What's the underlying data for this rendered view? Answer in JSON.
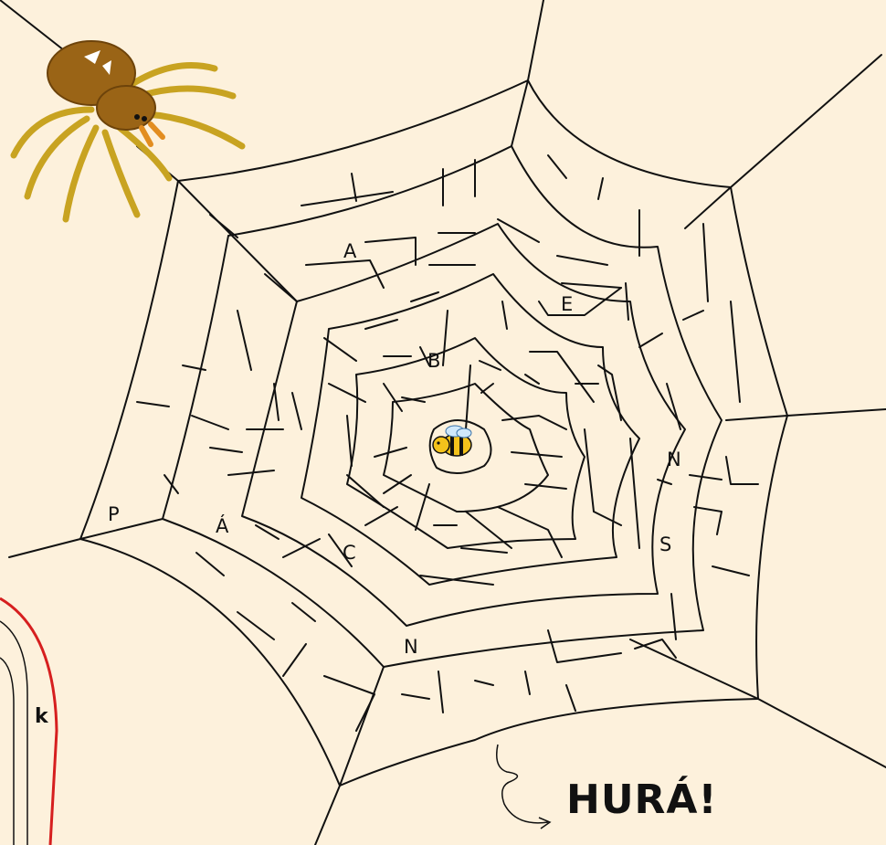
{
  "maze": {
    "letters": [
      {
        "id": "A",
        "text": "A"
      },
      {
        "id": "E",
        "text": "E"
      },
      {
        "id": "B",
        "text": "B"
      },
      {
        "id": "N1",
        "text": "N"
      },
      {
        "id": "P",
        "text": "P"
      },
      {
        "id": "A2",
        "text": "Á"
      },
      {
        "id": "C",
        "text": "C"
      },
      {
        "id": "S",
        "text": "S"
      },
      {
        "id": "N2",
        "text": "N"
      }
    ],
    "exit_text": "HURÁ!",
    "side_letter": "k"
  },
  "colors": {
    "background": "#fdf1dc",
    "line": "#111111",
    "side_border": "#d61f1f",
    "spider_body": "#9a6416",
    "spider_legs": "#c8a321",
    "bee_yellow": "#f4c21b"
  },
  "icons": {
    "spider": "spider-icon",
    "bee": "bee-icon",
    "arrow": "curly-arrow-icon"
  }
}
